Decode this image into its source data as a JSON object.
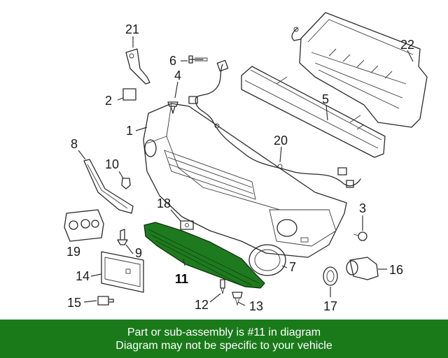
{
  "diagram": {
    "callouts": [
      "21",
      "6",
      "4",
      "2",
      "1",
      "22",
      "5",
      "8",
      "10",
      "20",
      "3",
      "18",
      "19",
      "9",
      "14",
      "7",
      "11",
      "16",
      "15",
      "12",
      "13",
      "17"
    ],
    "highlighted_part": "11",
    "highlight_color": "#1e7a1e"
  },
  "banner": {
    "line1": "Part or sub-assembly is #11 in diagram",
    "line2": "Diagram may not be specific to your vehicle",
    "background": "#1a7a1a"
  }
}
